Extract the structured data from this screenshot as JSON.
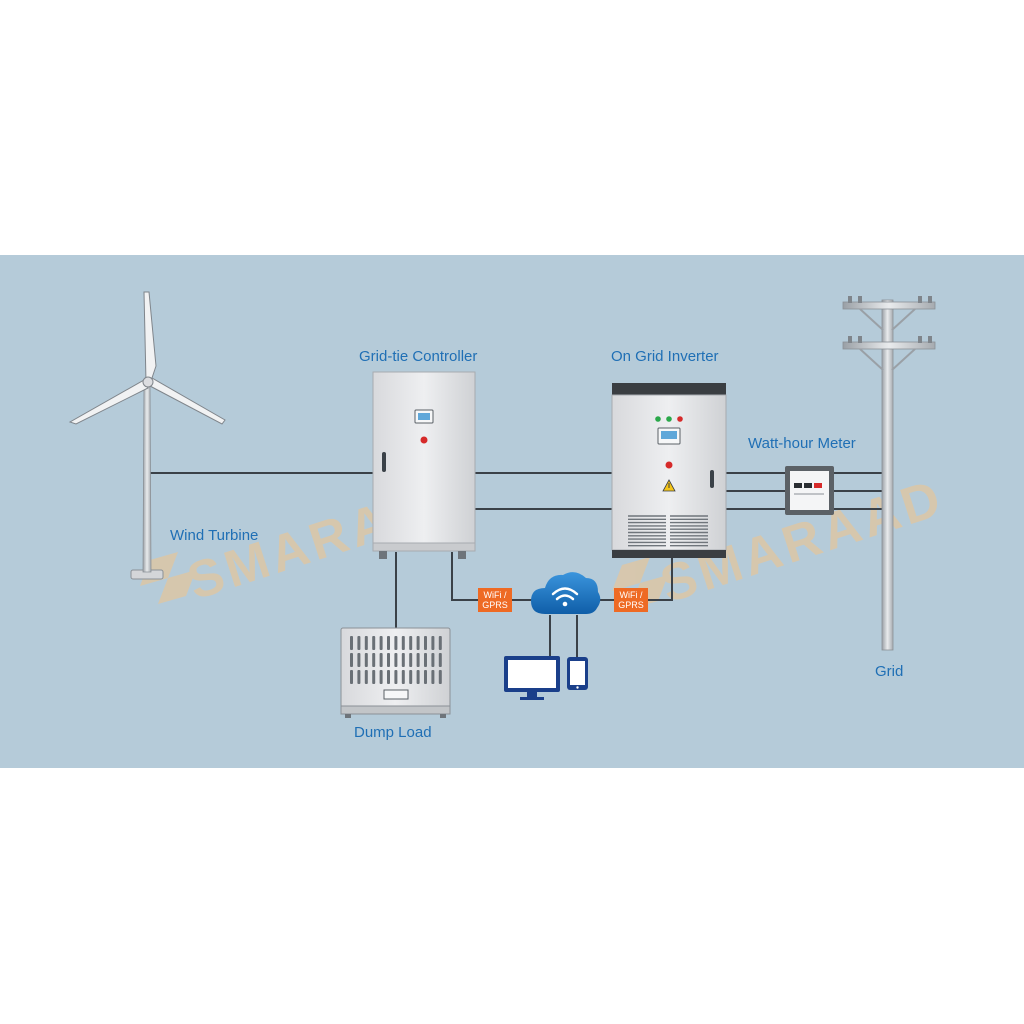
{
  "colors": {
    "panel": "#b5cbd9",
    "label": "#1f6fb5",
    "line": "#3a4148",
    "orange": "#ee6a24",
    "cloud": "#1b74c4",
    "cabinet": "#e6e7e9",
    "watermark": "#f2c48a"
  },
  "labels": {
    "wind_turbine": "Wind Turbine",
    "grid_tie_controller": "Grid-tie Controller",
    "on_grid_inverter": "On Grid Inverter",
    "watt_hour_meter": "Watt-hour Meter",
    "grid": "Grid",
    "dump_load": "Dump Load"
  },
  "comm_tags": [
    {
      "line1": "WiFi /",
      "line2": "GPRS"
    },
    {
      "line1": "WiFi /",
      "line2": "GPRS"
    }
  ],
  "watermark": "SMARAAD",
  "icons": [
    "wind-turbine-icon",
    "controller-cabinet-icon",
    "inverter-cabinet-icon",
    "meter-icon",
    "utility-pole-icon",
    "dump-load-icon",
    "cloud-wifi-icon",
    "monitor-icon",
    "phone-icon",
    "warning-icon"
  ]
}
